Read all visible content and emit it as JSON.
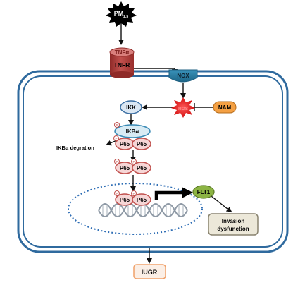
{
  "nodes": {
    "pm": {
      "base": "PM",
      "sub": "2.5"
    },
    "tnfa": "TNFα",
    "tnfr": "TNFR",
    "nox": "NOX",
    "ikk": "IKK",
    "ros": "ROS",
    "nam": "NAM",
    "ikba": "IKBα",
    "ikba_degradation": "IKBα degration",
    "p65": "P65",
    "phospho_mark": "P",
    "flt1": "FLT1",
    "invasion": {
      "line1": "Invasion",
      "line2": "dysfunction"
    },
    "iugr": "IUGR"
  },
  "colors": {
    "membrane_blue": "#2f6a9e",
    "nucleus_dots": "#2f6eb5",
    "tnfr_red": "#c0504d",
    "nox_teal": "#2b7fa3",
    "ikk_fill": "#dbe7f3",
    "ikba_fill": "#d8ebf4",
    "ros_red": "#e31b1b",
    "nam_orange": "#f4a043",
    "p65_fill": "#f6d6d6",
    "p65_stroke": "#c0504d",
    "flt1_green": "#8cb443",
    "invasion_fill": "#ece8d9",
    "iugr_stroke": "#f0a068"
  }
}
